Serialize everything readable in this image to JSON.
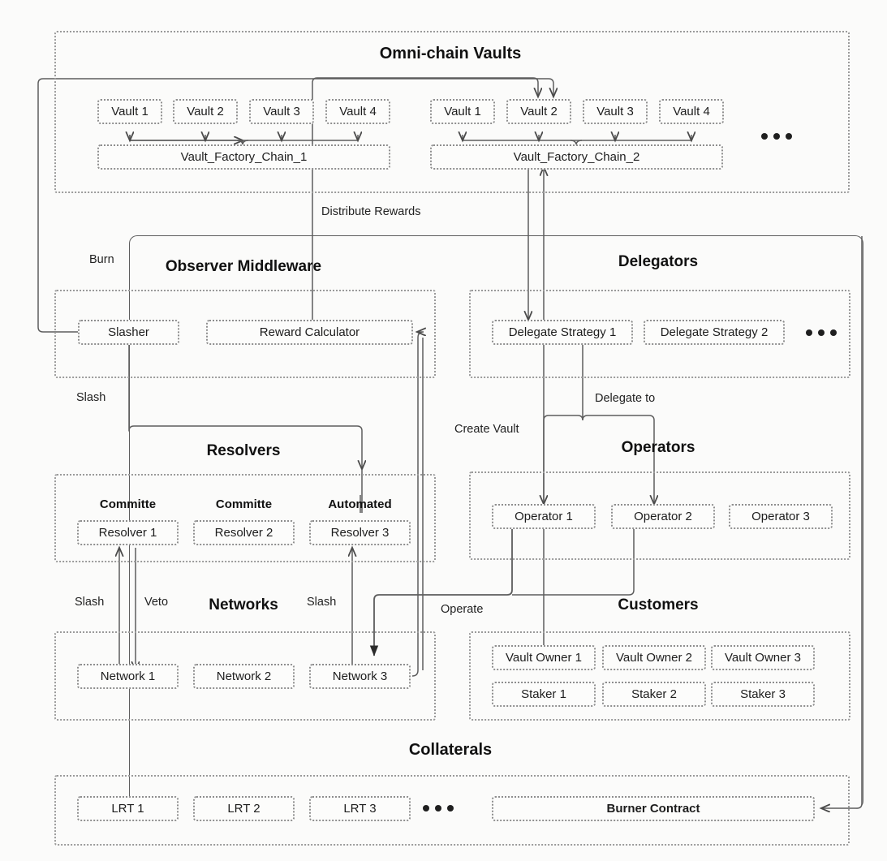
{
  "diagram": {
    "title_vaults": "Omni-chain Vaults",
    "title_observer": "Observer Middleware",
    "title_delegators": "Delegators",
    "title_resolvers": "Resolvers",
    "title_operators": "Operators",
    "title_networks": "Networks",
    "title_customers": "Customers",
    "title_collaterals": "Collaterals"
  },
  "vaults": {
    "chain1": {
      "items": [
        {
          "label": "Vault 1"
        },
        {
          "label": "Vault 2"
        },
        {
          "label": "Vault 3"
        },
        {
          "label": "Vault 4"
        }
      ],
      "factory": "Vault_Factory_Chain_1"
    },
    "chain2": {
      "items": [
        {
          "label": "Vault 1"
        },
        {
          "label": "Vault 2"
        },
        {
          "label": "Vault 3"
        },
        {
          "label": "Vault 4"
        }
      ],
      "factory": "Vault_Factory_Chain_2"
    },
    "ellipsis": "•••"
  },
  "observer": {
    "items": [
      {
        "label": "Slasher"
      },
      {
        "label": "Reward Calculator"
      }
    ]
  },
  "delegators": {
    "items": [
      {
        "label": "Delegate Strategy 1"
      },
      {
        "label": "Delegate Strategy 2"
      }
    ],
    "ellipsis": "•••"
  },
  "resolvers": {
    "headers": [
      "Committe",
      "Committe",
      "Automated"
    ],
    "items": [
      {
        "label": "Resolver 1"
      },
      {
        "label": "Resolver 2"
      },
      {
        "label": "Resolver 3"
      }
    ]
  },
  "operators": {
    "items": [
      {
        "label": "Operator 1"
      },
      {
        "label": "Operator 2"
      },
      {
        "label": "Operator 3"
      }
    ]
  },
  "networks": {
    "items": [
      {
        "label": "Network 1"
      },
      {
        "label": "Network 2"
      },
      {
        "label": "Network 3"
      }
    ]
  },
  "customers": {
    "owners": [
      {
        "label": "Vault Owner 1"
      },
      {
        "label": "Vault Owner 2"
      },
      {
        "label": "Vault Owner 3"
      }
    ],
    "stakers": [
      {
        "label": "Staker 1"
      },
      {
        "label": "Staker 2"
      },
      {
        "label": "Staker 3"
      }
    ]
  },
  "collaterals": {
    "items": [
      {
        "label": "LRT 1"
      },
      {
        "label": "LRT 2"
      },
      {
        "label": "LRT 3"
      }
    ],
    "ellipsis": "•••",
    "burner": "Burner Contract"
  },
  "edges": {
    "distribute_rewards": "Distribute Rewards",
    "burn": "Burn",
    "slash_left": "Slash",
    "slash_resolver1": "Slash",
    "veto": "Veto",
    "slash_resolver3": "Slash",
    "create_vault": "Create Vault",
    "delegate_to": "Delegate to",
    "operate": "Operate"
  },
  "colors": {
    "line": "#5d5d5d",
    "node_border": "#8e8e8e",
    "group_border": "#9a9a9a",
    "text": "#1a1a1a",
    "background": "#fbfbfa"
  }
}
